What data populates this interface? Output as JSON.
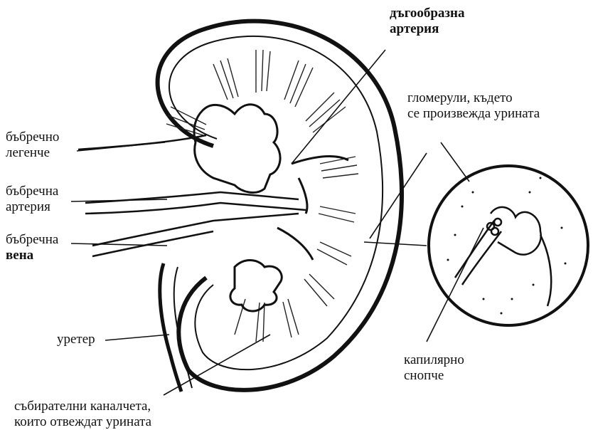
{
  "labels": {
    "arcuate_artery": [
      "дъгообразна",
      "артерия"
    ],
    "glomeruli": [
      "гломерули, където",
      "се произвежда урината"
    ],
    "renal_pelvis": [
      "бъбречно",
      "легенче"
    ],
    "renal_artery": [
      "бъбречна",
      "артерия"
    ],
    "renal_vein": [
      "бъбречна",
      "вена"
    ],
    "ureter": "уретер",
    "capillary_bundle": [
      "капилярно",
      "снопче"
    ],
    "collecting_ducts": [
      "събирателни каналчета,",
      "които отвеждат урината"
    ]
  }
}
